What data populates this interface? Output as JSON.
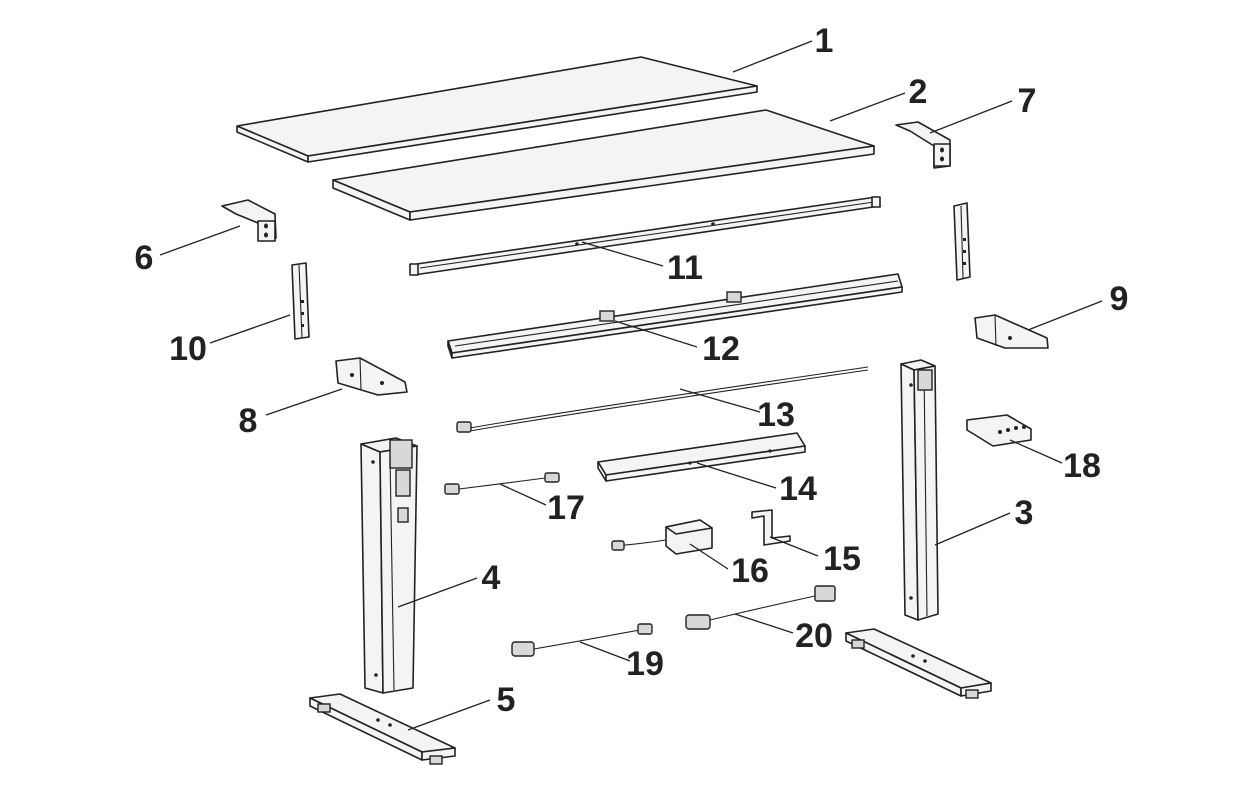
{
  "part_numbers": [
    "1",
    "2",
    "3",
    "4",
    "5",
    "6",
    "7",
    "8",
    "9",
    "10",
    "11",
    "12",
    "13",
    "14",
    "15",
    "16",
    "17",
    "18",
    "19",
    "20"
  ]
}
